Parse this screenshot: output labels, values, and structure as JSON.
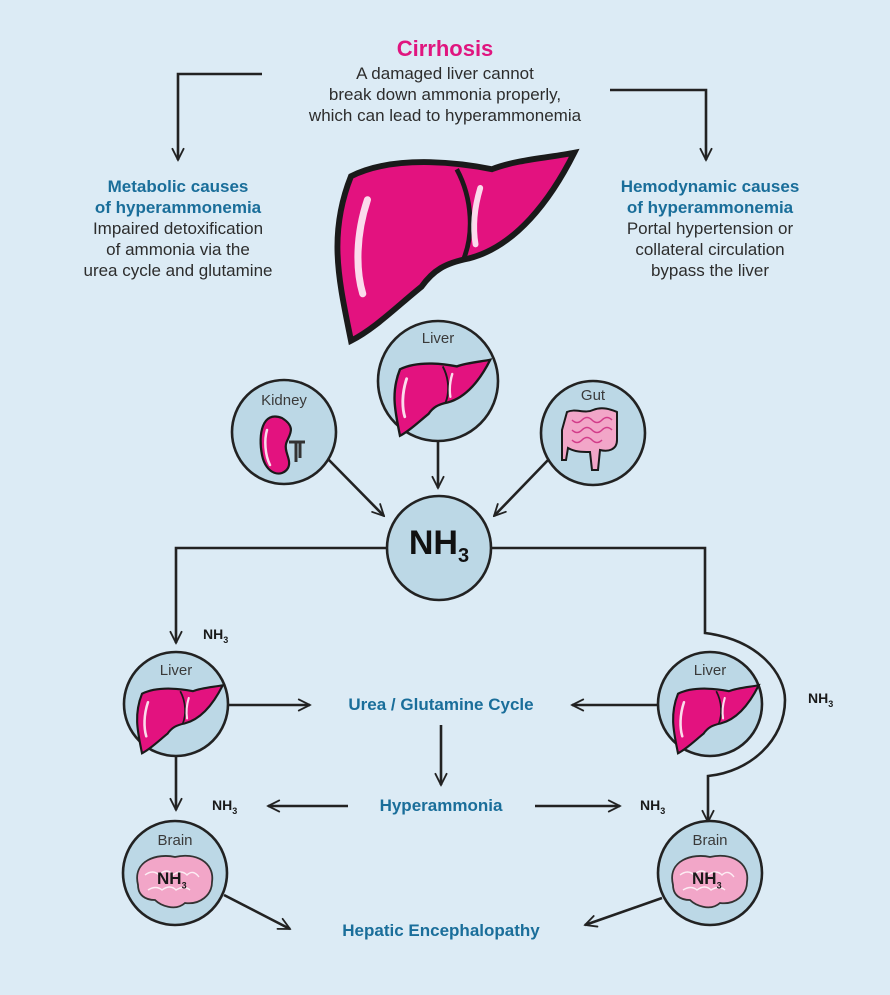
{
  "header": {
    "title": "Cirrhosis",
    "lines": [
      "A damaged liver cannot",
      "break down ammonia properly,",
      "which can lead to hyperammonemia"
    ]
  },
  "left_cause": {
    "title_lines": [
      "Metabolic causes",
      "of hyperammonemia"
    ],
    "body_lines": [
      "Impaired detoxification",
      "of ammonia via the",
      "urea cycle and glutamine"
    ]
  },
  "right_cause": {
    "title_lines": [
      "Hemodynamic causes",
      "of hyperammonemia"
    ],
    "body_lines": [
      "Portal hypertension or",
      "collateral circulation",
      "bypass the liver"
    ]
  },
  "sources": {
    "kidney": "Kidney",
    "liver": "Liver",
    "gut": "Gut"
  },
  "center": {
    "nh": "NH",
    "sub": "3"
  },
  "flow": {
    "left_liver": "Liver",
    "right_liver": "Liver",
    "left_brain": "Brain",
    "right_brain": "Brain",
    "nh3_label": "NH",
    "nh3_sub": "3",
    "urea_cycle": "Urea / Glutamine Cycle",
    "hyperammonia": "Hyperammonia",
    "outcome": "Hepatic Encephalopathy"
  },
  "colors": {
    "background": "#dcebf5",
    "accent_pink": "#e0157f",
    "heading_blue": "#1a6e9a",
    "circle_fill": "#bcd8e6",
    "brain_pink": "#f2a6c8"
  }
}
